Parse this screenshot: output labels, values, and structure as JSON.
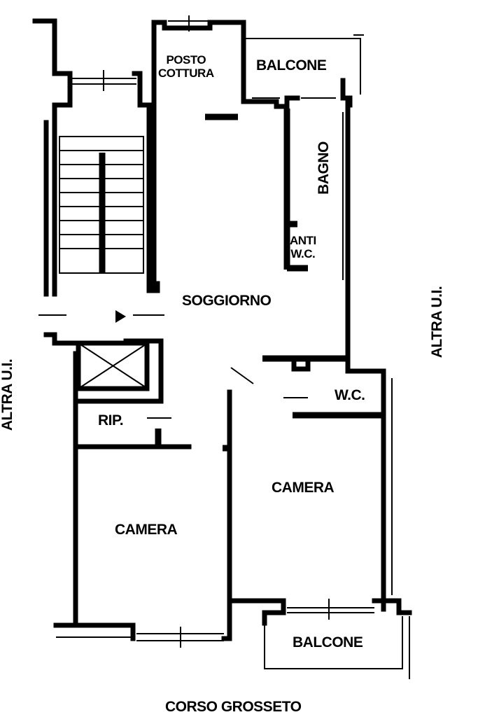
{
  "rooms": {
    "posto_cottura": "POSTO\nCOTTURA",
    "balcone_top": "BALCONE",
    "bagno": "BAGNO",
    "anti_wc": "ANTI\nW.C.",
    "soggiorno": "SOGGIORNO",
    "wc": "W.C.",
    "rip": "RIP.",
    "camera_right": "CAMERA",
    "camera_left": "CAMERA",
    "balcone_bottom": "BALCONE"
  },
  "neighbors": {
    "left": "ALTRA U.I.",
    "right": "ALTRA U.I."
  },
  "street": "CORSO GROSSETO"
}
